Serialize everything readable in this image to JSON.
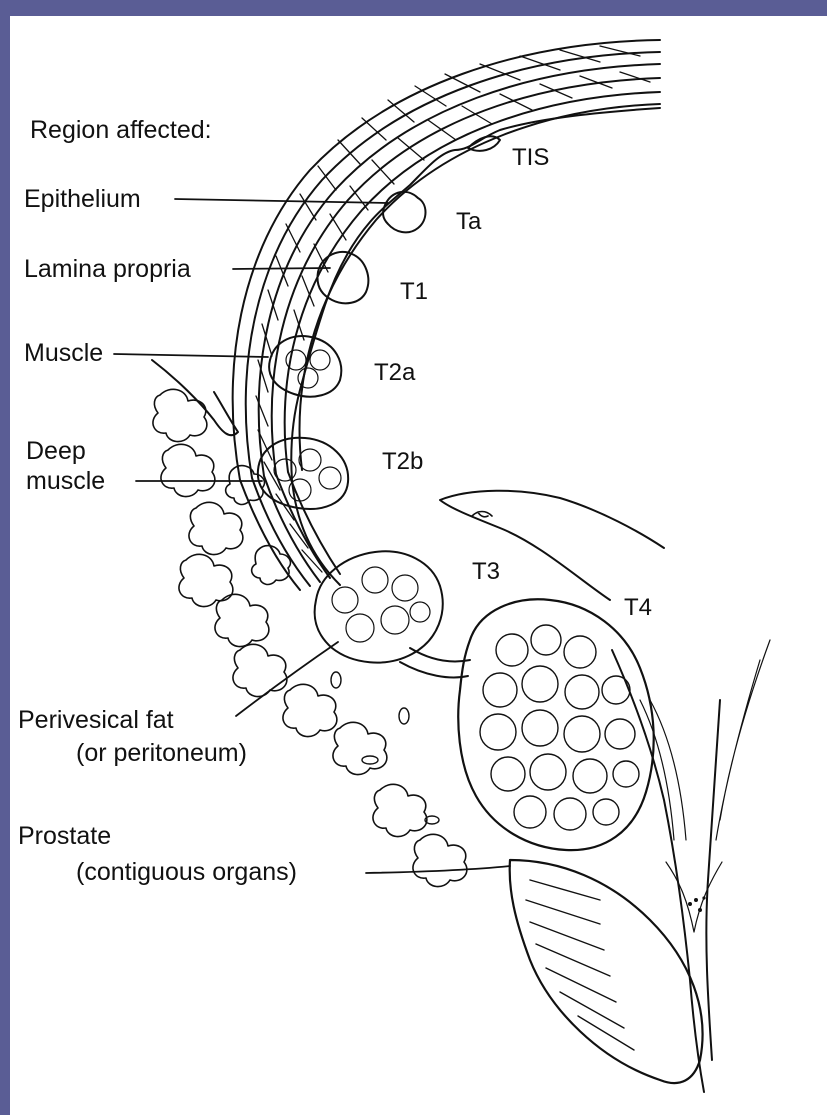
{
  "heading": "Region affected:",
  "regions": [
    {
      "id": "epithelium",
      "lines": [
        "Epithelium"
      ]
    },
    {
      "id": "lamina-propria",
      "lines": [
        "Lamina propria"
      ]
    },
    {
      "id": "muscle",
      "lines": [
        "Muscle"
      ]
    },
    {
      "id": "deep-muscle",
      "lines": [
        "Deep",
        "muscle"
      ]
    },
    {
      "id": "perivesical-fat",
      "lines": [
        "Perivesical fat",
        "(or peritoneum)"
      ]
    },
    {
      "id": "prostate",
      "lines": [
        "Prostate",
        "(contiguous organs)"
      ]
    }
  ],
  "stages": [
    "TIS",
    "Ta",
    "T1",
    "T2a",
    "T2b",
    "T3",
    "T4"
  ],
  "colors": {
    "frame": "#5a5d95",
    "paper": "#ffffff",
    "ink": "#111111"
  }
}
